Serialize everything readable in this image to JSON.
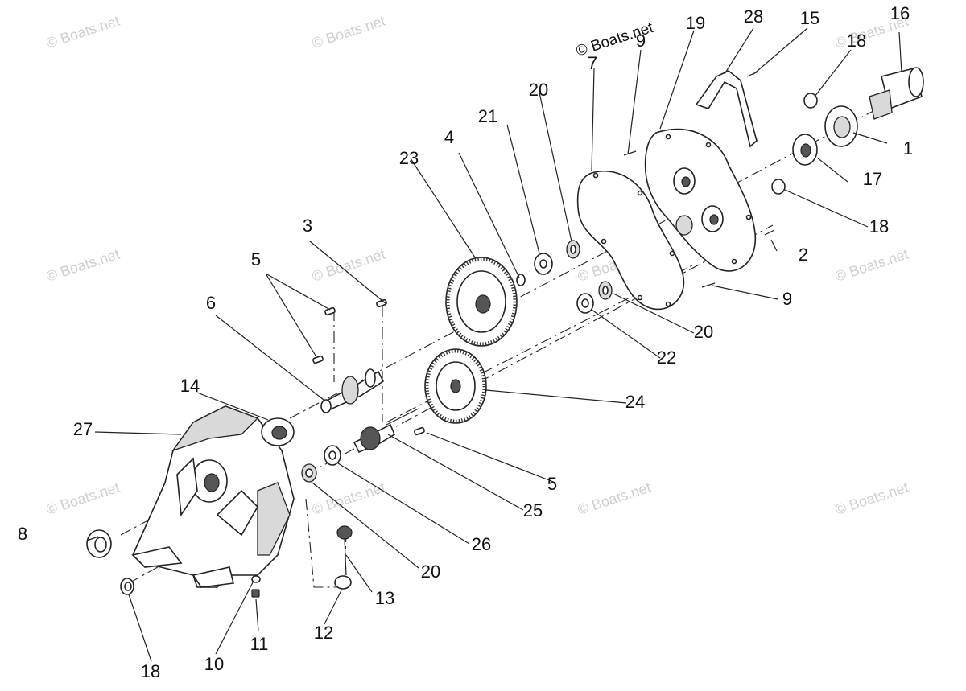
{
  "copyright": "© Boats.net",
  "watermark_text": "© Boats.net",
  "callouts": {
    "c1": "1",
    "c2": "2",
    "c3": "3",
    "c4": "4",
    "c5a": "5",
    "c5b": "5",
    "c6": "6",
    "c7": "7",
    "c8": "8",
    "c9a": "9",
    "c9b": "9",
    "c10": "10",
    "c11": "11",
    "c12": "12",
    "c13": "13",
    "c14": "14",
    "c15": "15",
    "c16": "16",
    "c17": "17",
    "c18a": "18",
    "c18b": "18",
    "c18c": "18",
    "c19": "19",
    "c20a": "20",
    "c20b": "20",
    "c20c": "20",
    "c21": "21",
    "c22": "22",
    "c23": "23",
    "c24": "24",
    "c25": "25",
    "c26": "26",
    "c27": "27",
    "c28": "28"
  },
  "colors": {
    "line": "#222222",
    "watermark": "#cfcfcf",
    "background": "#ffffff"
  }
}
